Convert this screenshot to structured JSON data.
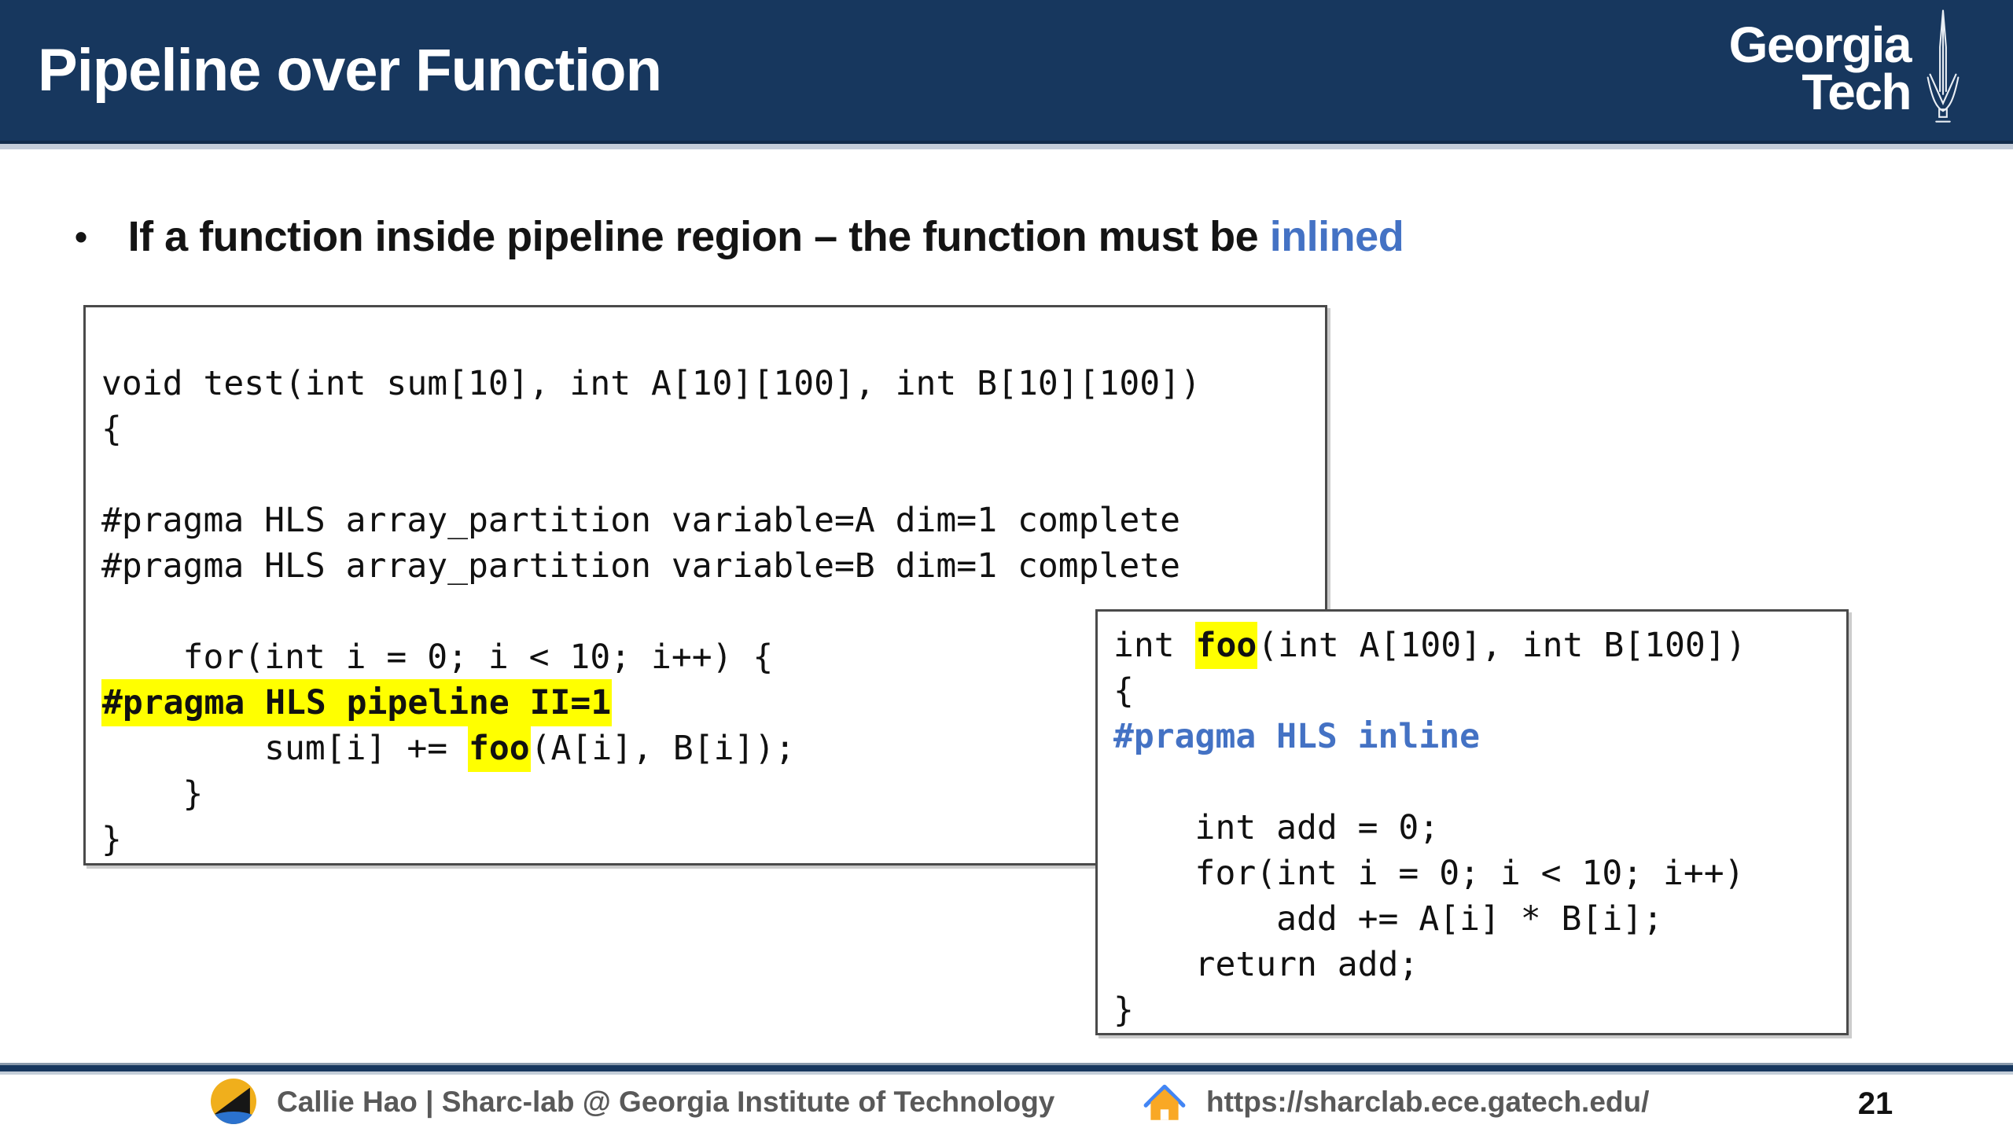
{
  "header": {
    "title": "Pipeline over Function",
    "logo": {
      "line1": "Georgia",
      "line2": "Tech",
      "tower_icon": "tech-tower-icon"
    }
  },
  "bullet": {
    "marker": "•",
    "text": "If a function inside pipeline region – the function must be ",
    "emphasis": "inlined"
  },
  "code_main": {
    "lines": [
      [
        {
          "t": "void test(int sum[10], int A[10][100], int B[10][100])"
        }
      ],
      [
        {
          "t": "{"
        }
      ],
      [],
      [
        {
          "t": "#pragma HLS array_partition variable=A dim=1 complete"
        }
      ],
      [
        {
          "t": "#pragma HLS array_partition variable=B dim=1 complete"
        }
      ],
      [],
      [
        {
          "t": "    for(int i = 0; i < 10; i++) {"
        }
      ],
      [
        {
          "t": "#pragma HLS pipeline II=1",
          "hl": true,
          "b": true
        }
      ],
      [
        {
          "t": "        sum[i] += "
        },
        {
          "t": "foo",
          "hl": true,
          "b": true
        },
        {
          "t": "(A[i], B[i]);"
        }
      ],
      [
        {
          "t": "    }"
        }
      ],
      [
        {
          "t": "}"
        }
      ]
    ]
  },
  "code_foo": {
    "lines": [
      [
        {
          "t": "int "
        },
        {
          "t": "foo",
          "hl": true,
          "b": true
        },
        {
          "t": "(int A[100], int B[100])"
        }
      ],
      [
        {
          "t": "{"
        }
      ],
      [
        {
          "t": "#pragma HLS inline",
          "c": "blue",
          "b": true
        }
      ],
      [],
      [
        {
          "t": "    int add = 0;"
        }
      ],
      [
        {
          "t": "    for(int i = 0; i < 10; i++)"
        }
      ],
      [
        {
          "t": "        add += A[i] * B[i];"
        }
      ],
      [
        {
          "t": "    return add;"
        }
      ],
      [
        {
          "t": "}"
        }
      ]
    ]
  },
  "footer": {
    "sharc_logo_icon": "sharc-lab-logo",
    "author": "Callie Hao | Sharc-lab @ Georgia Institute of Technology",
    "home_icon": "home-icon",
    "url": "https://sharclab.ece.gatech.edu/",
    "page_number": "21"
  },
  "colors": {
    "header_navy": "#17375E",
    "accent_blue": "#4472C4",
    "highlight_yellow": "#FFFF00",
    "footer_text_gray": "#595959",
    "code_border_gray": "#4a4a4a"
  }
}
